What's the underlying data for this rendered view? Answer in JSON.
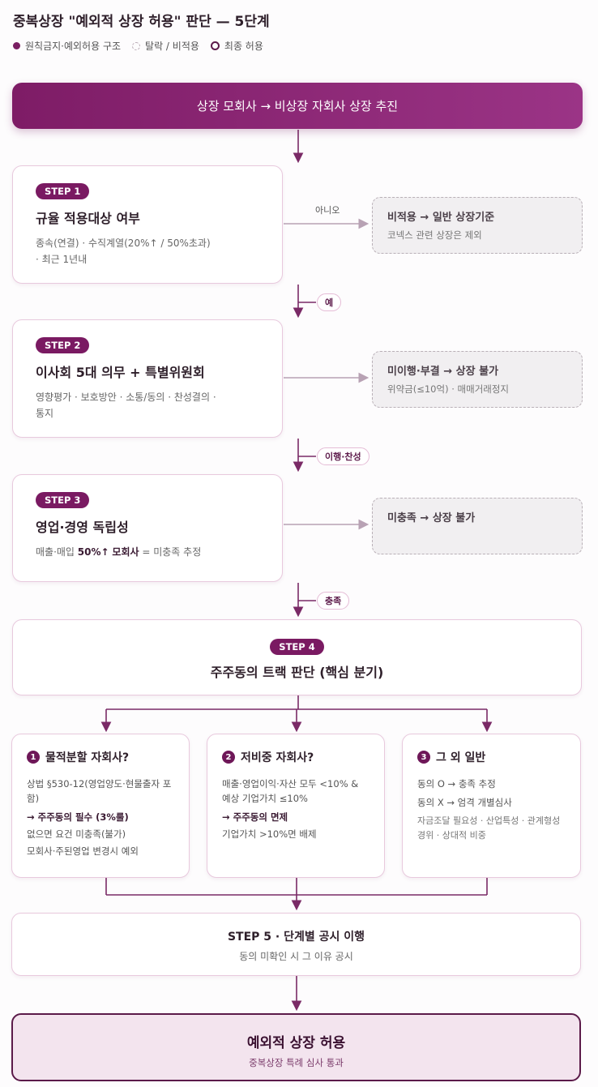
{
  "title": "중복상장 \"예외적 상장 허용\" 판단 — 5단계",
  "legend": [
    {
      "label": "원칙금지·예외허용 구조",
      "icon": "solid-dot-icon"
    },
    {
      "label": "탈락 / 비적용",
      "icon": "dashed-circle-icon"
    },
    {
      "label": "최종 허용",
      "icon": "ring-icon"
    }
  ],
  "banner": "상장 모회사 → 비상장 자회사 상장 추진",
  "step1": {
    "tag": "STEP 1",
    "heading": "규율 적용대상 여부",
    "desc1": "종속(연결) · 수직계열(20%↑ / 50%초과)",
    "desc2": "· 최근 1년내",
    "no_label": "아니오",
    "reject_title": "비적용 → 일반 상장기준",
    "reject_desc": "코넥스 관련 상장은 제외",
    "pass_chip": "예"
  },
  "step2": {
    "tag": "STEP 2",
    "heading": "이사회 5대 의무 + 특별위원회",
    "desc1": "영향평가 · 보호방안 · 소통/동의 · 찬성결의 ·",
    "desc2": "통지",
    "reject_title": "미이행·부결 → 상장 불가",
    "reject_desc": "위약금(≤10억) · 매매거래정지",
    "pass_chip": "이행·찬성"
  },
  "step3": {
    "tag": "STEP 3",
    "heading": "영업·경영 독립성",
    "desc_pre": "매출·매입 ",
    "desc_bold1": "50%↑",
    "desc_bold2": "모회사",
    "desc_post": " = 미충족 추정",
    "reject_title": "미충족 → 상장 불가",
    "pass_chip": "충족"
  },
  "step4": {
    "tag": "STEP 4",
    "heading": "주주동의 트랙 판단 (핵심 분기)"
  },
  "tracks": [
    {
      "num": "1",
      "title": "물적분할 자회사?",
      "lines": [
        {
          "text": "상법 §530-12(영업양도·현물출자 포함)",
          "bold": false
        },
        {
          "text": "→ 주주동의 필수 (3%룰)",
          "bold": true
        },
        {
          "text": "없으면 요건 미충족(불가)",
          "bold": false
        },
        {
          "text": "모회사·주된영업 변경시 예외",
          "bold": false
        }
      ]
    },
    {
      "num": "2",
      "title": "저비중 자회사?",
      "lines": [
        {
          "text": "매출·영업이익·자산 모두 <10% & 예상 기업가치 ≤10%",
          "bold": false
        },
        {
          "text": "→ 주주동의 면제",
          "bold": true
        },
        {
          "text": "기업가치 >10%면 배제",
          "bold": false
        }
      ]
    },
    {
      "num": "3",
      "title": "그 외 일반",
      "lines": [
        {
          "text": "동의 O → 충족 추정",
          "bold": false
        },
        {
          "text": "동의 X → 엄격 개별심사",
          "bold": false
        },
        {
          "text": "자금조달 필요성 · 산업특성 · 관계형성 경위 · 상대적 비중",
          "bold": false
        }
      ]
    }
  ],
  "step5": {
    "heading": "STEP 5 · 단계별 공시 이행",
    "desc": "동의 미확인 시 그 이유 공시"
  },
  "final": {
    "heading": "예외적 상장 허용",
    "desc": "중복상장 특례 심사 통과"
  },
  "colors": {
    "accent": "#7a1a62",
    "banner_start": "#7e1c66",
    "banner_end": "#9b3486",
    "reject_bg": "#f1eff1",
    "final_bg": "#f3e4ee"
  }
}
